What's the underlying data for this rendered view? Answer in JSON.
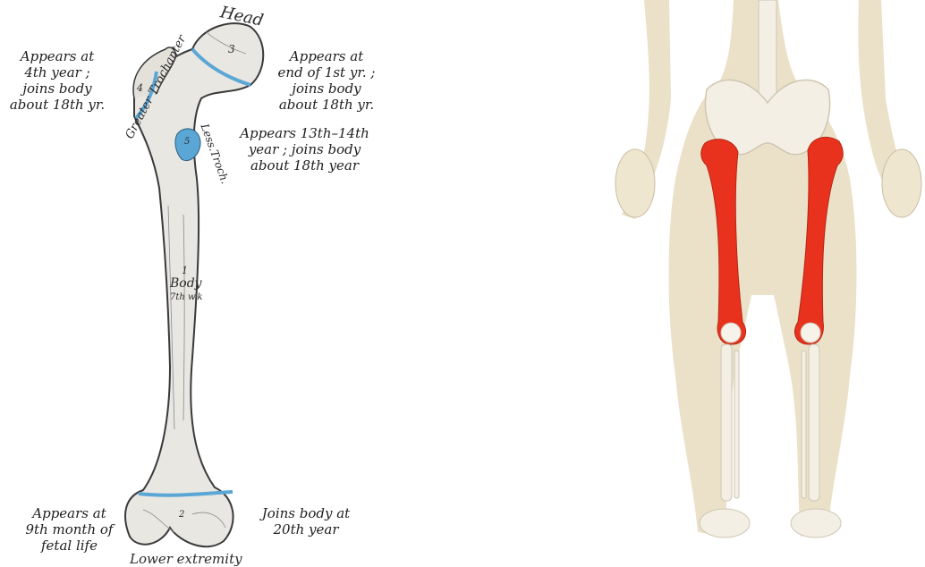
{
  "figure": {
    "left": {
      "labels": {
        "head": "Head",
        "greater_trochanter": "Greater Trochanter",
        "less_troch": "Less.Troch.",
        "body": "Body",
        "body_number": "1",
        "body_time": "7th w.k",
        "head_number": "3",
        "greater_trochanter_number": "4",
        "less_troch_number": "5",
        "lower_number": "2",
        "lower_extremity": "Lower extremity"
      },
      "annotations": {
        "greater_trochanter": "Appears at\n4th year ;\njoins body\nabout 18th yr.",
        "head": "Appears at\nend of 1st yr. ;\njoins body\nabout 18th yr.",
        "lesser_trochanter": "Appears 13th–14th\nyear ; joins body\nabout 18th year",
        "lower_left": "Appears at\n9th month of\nfetal life",
        "lower_right": "Joins body at\n20th year"
      },
      "colors": {
        "ossification_highlight": "#5aa7d6",
        "bone_fill": "#e9e7e2",
        "bone_outline": "#3a3a3a"
      }
    },
    "right": {
      "colors": {
        "body_skin": "#e8dcc0",
        "skeleton": "#f3efe4",
        "highlight_femur": "#e8321e"
      }
    }
  }
}
